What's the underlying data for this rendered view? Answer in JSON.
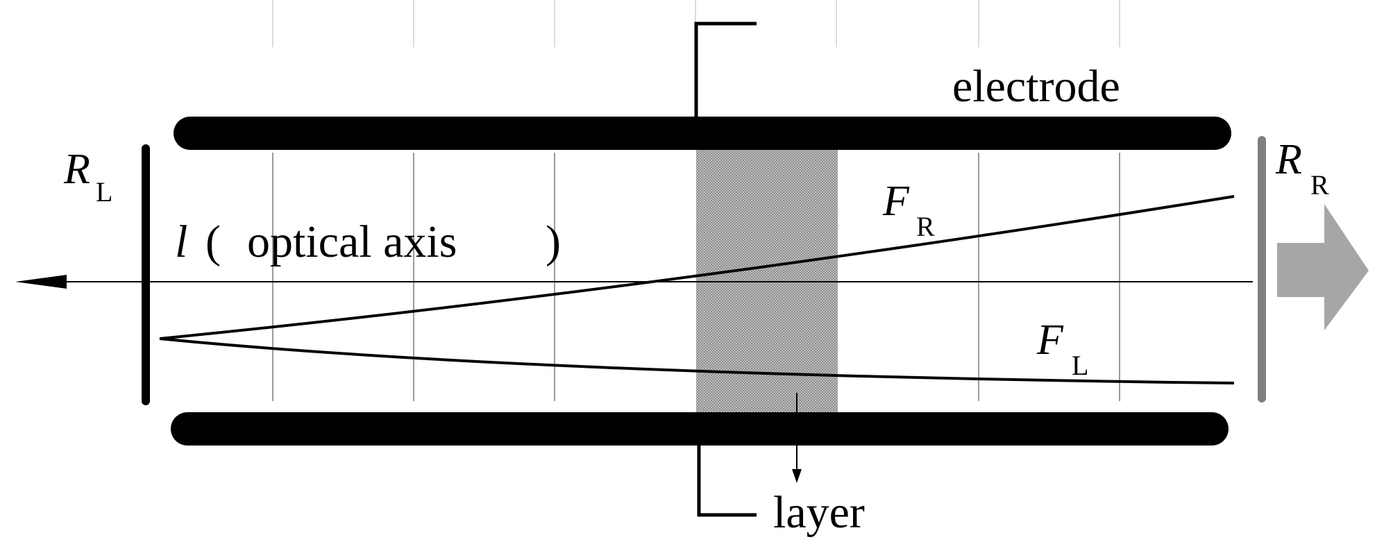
{
  "labels": {
    "electrode": "electrode",
    "layer": "layer",
    "mirror_left_main": "R",
    "mirror_left_sub": "L",
    "mirror_right_main": "R",
    "mirror_right_sub": "R",
    "field_right_main": "F",
    "field_right_sub": "R",
    "field_left_main": "F",
    "field_left_sub": "L",
    "axis_symbol": "l",
    "axis_open_paren": "(",
    "axis_text": "optical axis",
    "axis_close_paren": ")"
  },
  "colors": {
    "ink": "#000000",
    "grid": "#9a9a9a",
    "right_mirror": "#808080",
    "output_arrow": "#a6a6a6",
    "layer_fill": "#b3b3b3"
  }
}
